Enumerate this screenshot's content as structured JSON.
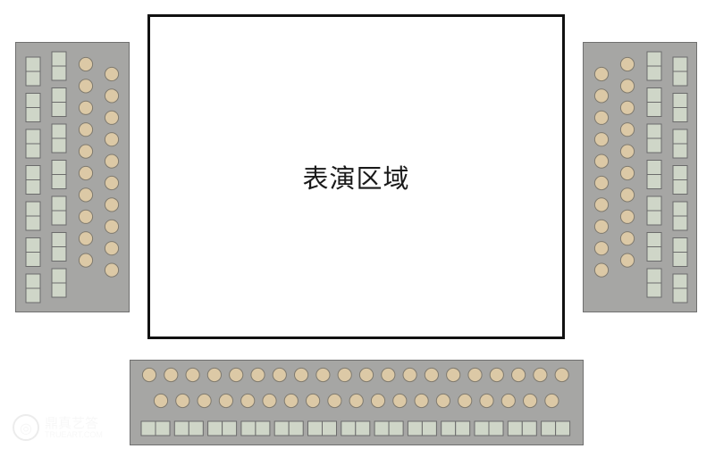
{
  "stage": {
    "label": "表演区域"
  },
  "seating": {
    "left_section": {
      "chair_columns": 2,
      "chair_rows": 7,
      "stool_columns": 2,
      "stool_rows": 10
    },
    "right_section": {
      "stool_columns": 2,
      "stool_rows": 10,
      "chair_columns": 2,
      "chair_rows": 7
    },
    "bottom_section": {
      "stool_rows": 2,
      "stools_per_row": 20,
      "chair_pairs": 13
    }
  },
  "colors": {
    "panel_fill": "#a6a6a4",
    "panel_border": "#6f6f6f",
    "stool_fill": "#dcc9a6",
    "stool_stroke": "#7f7a6f",
    "chair_fill": "#cfd6c8",
    "chair_stroke": "#6b6b6b",
    "stage_border": "#111111"
  },
  "watermark": {
    "icon": "camera-lens-icon",
    "text_cn": "鼎真艺答",
    "text_en": "TRUEART.COM"
  }
}
